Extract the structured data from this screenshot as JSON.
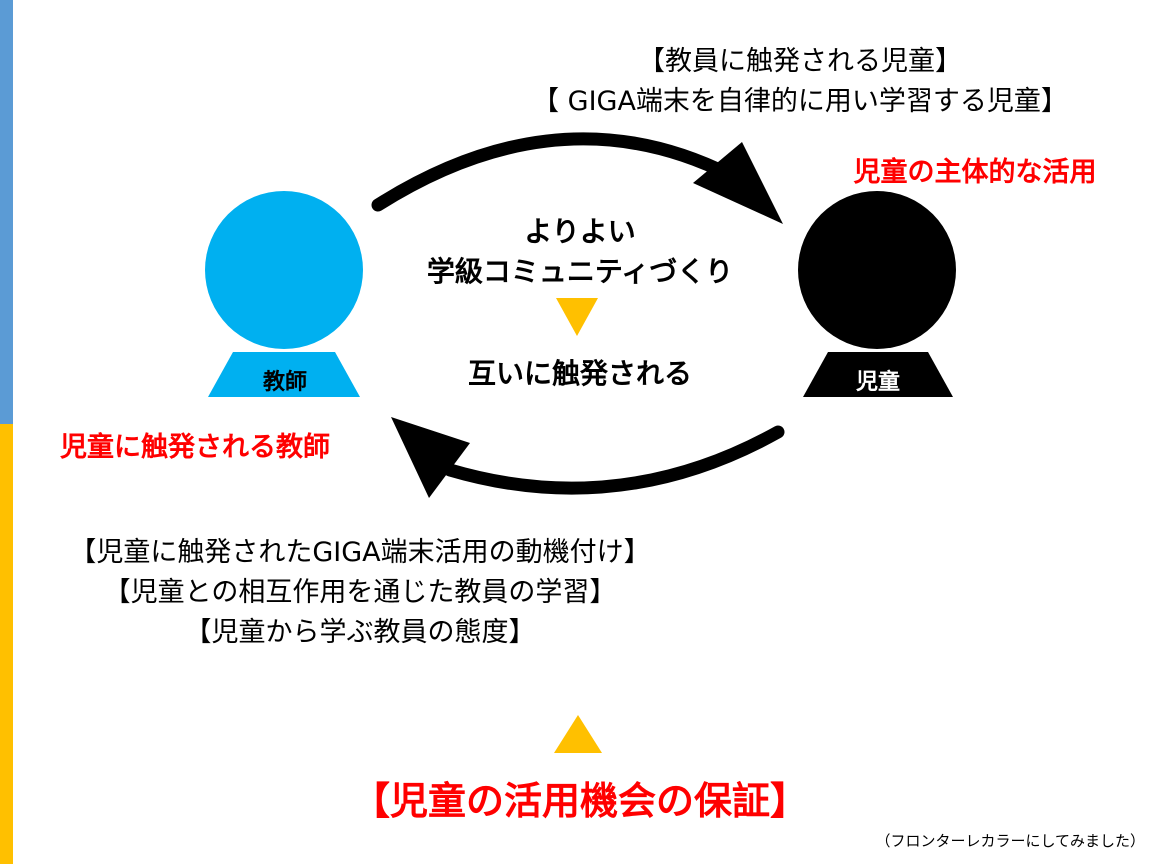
{
  "top_notes": [
    "【教員に触発される児童】",
    "【 GIGA端末を自律的に用い学習する児童】"
  ],
  "student_role": "児童の主体的な活用",
  "teacher_label": "教師",
  "student_label": "児童",
  "center": {
    "line1": "よりよい",
    "line2": "学級コミュニティづくり",
    "line3": "互いに触発される"
  },
  "teacher_role": "児童に触発される教師",
  "bottom_notes": [
    "【児童に触発されたGIGA端末活用の動機付け】",
    "【児童との相互作用を通じた教員の学習】",
    "【児童から学ぶ教員の態度】"
  ],
  "guarantee": "【児童の活用機会の保証】",
  "footnote": "（フロンターレカラーにしてみました）",
  "colors": {
    "teacher": "#00b0f0",
    "student": "#000000",
    "accent_red": "#ff0000",
    "triangle": "#ffc000",
    "sidebar_blue": "#5b9bd5",
    "sidebar_gold": "#ffc000"
  }
}
